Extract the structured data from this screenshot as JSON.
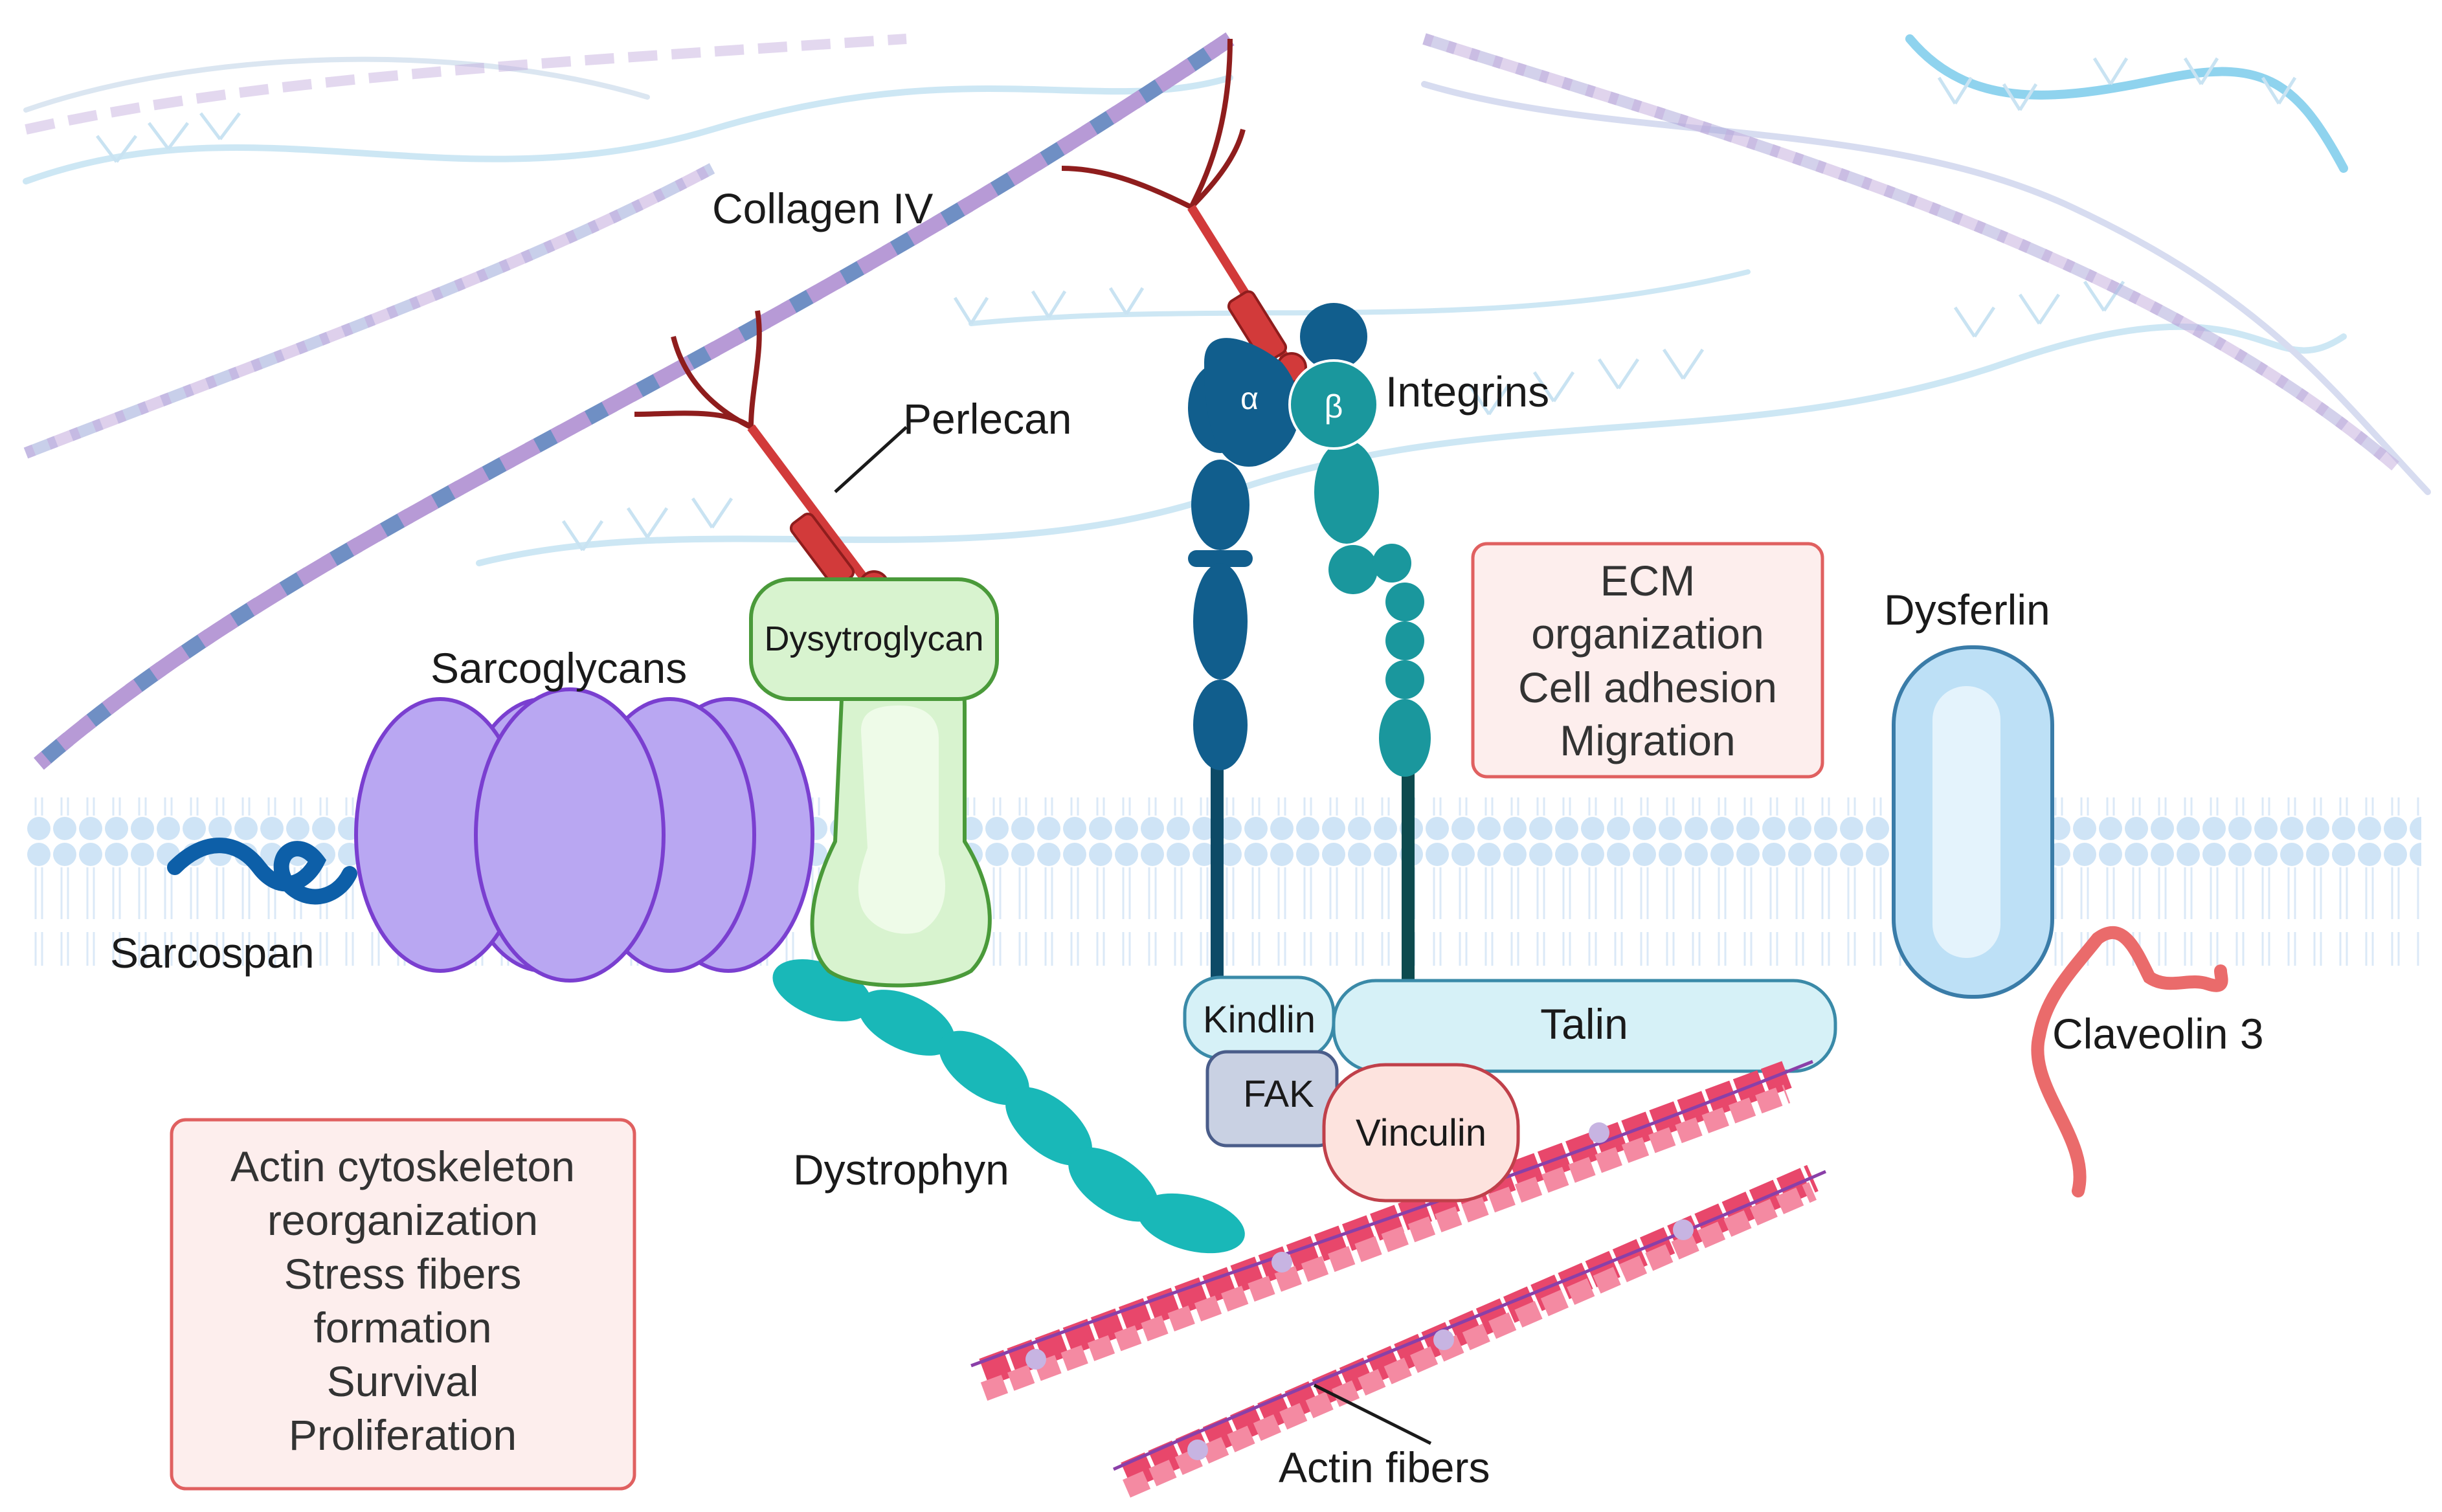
{
  "labels": {
    "collagen": "Collagen IV",
    "perlecan": "Perlecan",
    "integrins": "Integrins",
    "alpha": "α",
    "beta": "β",
    "dysferlin": "Dysferlin",
    "dystroglycan": "Dysytroglycan",
    "sarcoglycans": "Sarcoglycans",
    "sarcospan": "Sarcospan",
    "dystrophyn": "Dystrophyn",
    "kindlin": "Kindlin",
    "talin": "Talin",
    "fak": "FAK",
    "vinculin": "Vinculin",
    "caveolin": "Claveolin 3",
    "actin": "Actin fibers"
  },
  "boxes": {
    "ecm": [
      "ECM",
      "organization",
      "Cell adhesion",
      "Migration"
    ],
    "actin_functions": [
      "Actin cytoskeleton",
      "reorganization",
      "Stress fibers",
      "formation",
      "Survival",
      "Proliferation"
    ]
  },
  "colors": {
    "collagen_blue": "#6f8fc4",
    "collagen_purple": "#b79ad6",
    "perlecan_red": "#d23a3a",
    "integrin_alpha": "#115e8d",
    "integrin_beta": "#1a979d",
    "sarcoglycan": "#b9a7f2",
    "dystroglycan": "#d8f3cf",
    "dystrophyn": "#19b8b8",
    "talin": "#d6f1f7",
    "fak": "#c9d1e3",
    "vinculin": "#fde3de",
    "dysferlin": "#bde0f6",
    "caveolin": "#ea6b6b",
    "actin": "#e8476b",
    "box_border": "#e06060",
    "box_fill": "#fdeeed"
  }
}
